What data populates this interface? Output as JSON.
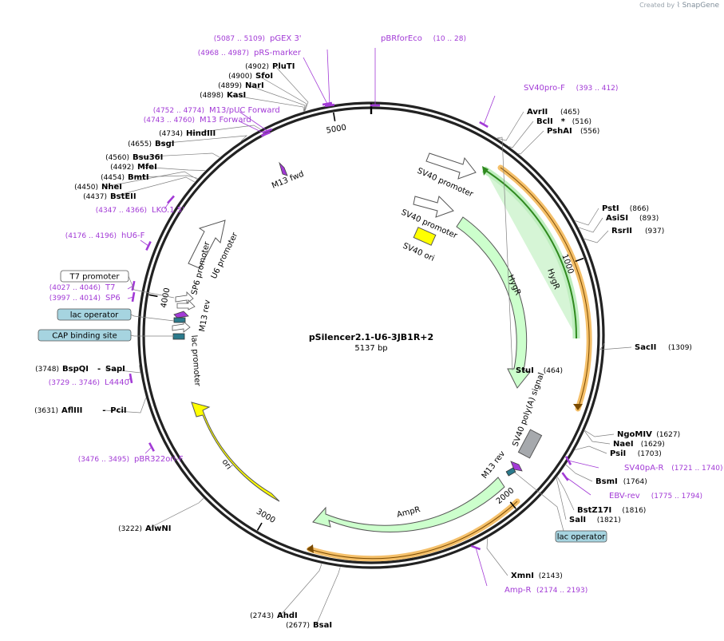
{
  "watermark": {
    "prefix": "Created by",
    "brand": "SnapGene"
  },
  "plasmid": {
    "name": "pSilencer2.1-U6-3JB1R+2",
    "length": 5137,
    "length_label": "5137 bp"
  },
  "ticks": [
    {
      "bp": 1000,
      "label": "1000"
    },
    {
      "bp": 2000,
      "label": "2000"
    },
    {
      "bp": 3000,
      "label": "3000"
    },
    {
      "bp": 4000,
      "label": "4000"
    },
    {
      "bp": 5000,
      "label": "5000"
    }
  ],
  "enzymes": [
    {
      "name": "StuI",
      "pos": "(464)",
      "side": "right"
    },
    {
      "name": "AvrII",
      "pos": "(465)",
      "side": "right"
    },
    {
      "name": "BclI",
      "star": "*",
      "pos": "(516)",
      "side": "right"
    },
    {
      "name": "PshAI",
      "pos": "(556)",
      "side": "right"
    },
    {
      "name": "PstI",
      "pos": "(866)",
      "side": "right"
    },
    {
      "name": "AsiSI",
      "pos": "(893)",
      "side": "right"
    },
    {
      "name": "RsrII",
      "pos": "(937)",
      "side": "right"
    },
    {
      "name": "SacII",
      "pos": "(1309)",
      "side": "right"
    },
    {
      "name": "NgoMIV",
      "pos": "(1627)",
      "side": "right"
    },
    {
      "name": "NaeI",
      "pos": "(1629)",
      "side": "right"
    },
    {
      "name": "PsiI",
      "pos": "(1703)",
      "side": "right"
    },
    {
      "name": "BsmI",
      "pos": "(1764)",
      "side": "right"
    },
    {
      "name": "BstZ17I",
      "pos": "(1816)",
      "side": "right"
    },
    {
      "name": "SalI",
      "pos": "(1821)",
      "side": "right"
    },
    {
      "name": "XmnI",
      "pos": "(2143)",
      "side": "right"
    },
    {
      "name": "AhdI",
      "pos": "(2743)",
      "side": "left"
    },
    {
      "name": "BsaI",
      "pos": "(2677)",
      "side": "left"
    },
    {
      "name": "AlwNI",
      "pos": "(3222)",
      "side": "left"
    },
    {
      "name": "AflIII",
      "name2": "PciI",
      "pos": "(3631)",
      "side": "left"
    },
    {
      "name": "BspQI",
      "name2": "SapI",
      "pos": "(3748)",
      "side": "left"
    },
    {
      "name": "BstEII",
      "pos": "(4437)",
      "side": "left"
    },
    {
      "name": "NheI",
      "pos": "(4450)",
      "side": "left"
    },
    {
      "name": "BmtI",
      "pos": "(4454)",
      "side": "left"
    },
    {
      "name": "MfeI",
      "pos": "(4492)",
      "side": "left"
    },
    {
      "name": "Bsu36I",
      "pos": "(4560)",
      "side": "left"
    },
    {
      "name": "BsgI",
      "pos": "(4655)",
      "side": "left"
    },
    {
      "name": "HindIII",
      "pos": "(4734)",
      "side": "left"
    },
    {
      "name": "KasI",
      "pos": "(4898)",
      "side": "left"
    },
    {
      "name": "NarI",
      "pos": "(4899)",
      "side": "left"
    },
    {
      "name": "SfoI",
      "pos": "(4900)",
      "side": "left"
    },
    {
      "name": "PluTI",
      "pos": "(4902)",
      "side": "left"
    }
  ],
  "primers": [
    {
      "name": "pGEX 3'",
      "pos": "(5087 .. 5109)"
    },
    {
      "name": "pBRforEco",
      "pos": "(10 .. 28)"
    },
    {
      "name": "pRS-marker",
      "pos": "(4968 .. 4987)"
    },
    {
      "name": "SV40pro-F",
      "pos": "(393 .. 412)"
    },
    {
      "name": "M13/pUC Forward",
      "pos": "(4752 .. 4774)"
    },
    {
      "name": "M13 Forward",
      "pos": "(4743 .. 4760)"
    },
    {
      "name": "LKO.1 5'",
      "pos": "(4347 .. 4366)"
    },
    {
      "name": "hU6-F",
      "pos": "(4176 .. 4196)"
    },
    {
      "name": "T7",
      "pos": "(4027 .. 4046)"
    },
    {
      "name": "SP6",
      "pos": "(3997 .. 4014)"
    },
    {
      "name": "L4440",
      "pos": "(3729 .. 3746)"
    },
    {
      "name": "pBR322ori-F",
      "pos": "(3476 .. 3495)"
    },
    {
      "name": "SV40pA-R",
      "pos": "(1721 .. 1740)"
    },
    {
      "name": "EBV-rev",
      "pos": "(1775 .. 1794)"
    },
    {
      "name": "Amp-R",
      "pos": "(2174 .. 2193)"
    }
  ],
  "features": [
    {
      "name": "SV40 promoter",
      "kind": "promoter",
      "color": "#ffffff"
    },
    {
      "name": "SV40 promoter",
      "kind": "promoter",
      "color": "#ffffff"
    },
    {
      "name": "SV40 ori",
      "kind": "rep_origin",
      "color": "#ffff00"
    },
    {
      "name": "HygR",
      "kind": "CDS",
      "color": "#ccffcc"
    },
    {
      "name": "HygR",
      "kind": "CDS",
      "color": "#ccffcc"
    },
    {
      "name": "SV40 poly(A) signal",
      "kind": "terminator",
      "color": "#a6a9ad"
    },
    {
      "name": "M13 rev",
      "kind": "primer_bind",
      "color": "#a23ad6"
    },
    {
      "name": "AmpR",
      "kind": "CDS",
      "color": "#ccffcc"
    },
    {
      "name": "ori",
      "kind": "rep_origin",
      "color": "#ffff00"
    },
    {
      "name": "M13 fwd",
      "kind": "primer_bind",
      "color": "#a23ad6"
    },
    {
      "name": "U6 promoter",
      "kind": "promoter",
      "color": "#ffffff"
    },
    {
      "name": "SP6 promoter",
      "kind": "promoter",
      "color": "#ffffff"
    },
    {
      "name": "M13 rev",
      "kind": "primer_bind",
      "color": "#a23ad6"
    },
    {
      "name": "lac promoter",
      "kind": "promoter",
      "color": "#ffffff"
    }
  ],
  "boxed_labels": [
    {
      "name": "T7 promoter",
      "color": "#ffffff"
    },
    {
      "name": "lac operator",
      "color": "#a6d4e0"
    },
    {
      "name": "CAP binding site",
      "color": "#a6d4e0"
    },
    {
      "name": "lac operator",
      "color": "#a6d4e0"
    }
  ],
  "colors": {
    "primer": "#a23ad6",
    "cds": "#ccffcc",
    "origin": "#ffff00",
    "orange_track": "#f5c06a",
    "green_track": "#2f8a1f",
    "lac_box": "#a6d4e0"
  }
}
